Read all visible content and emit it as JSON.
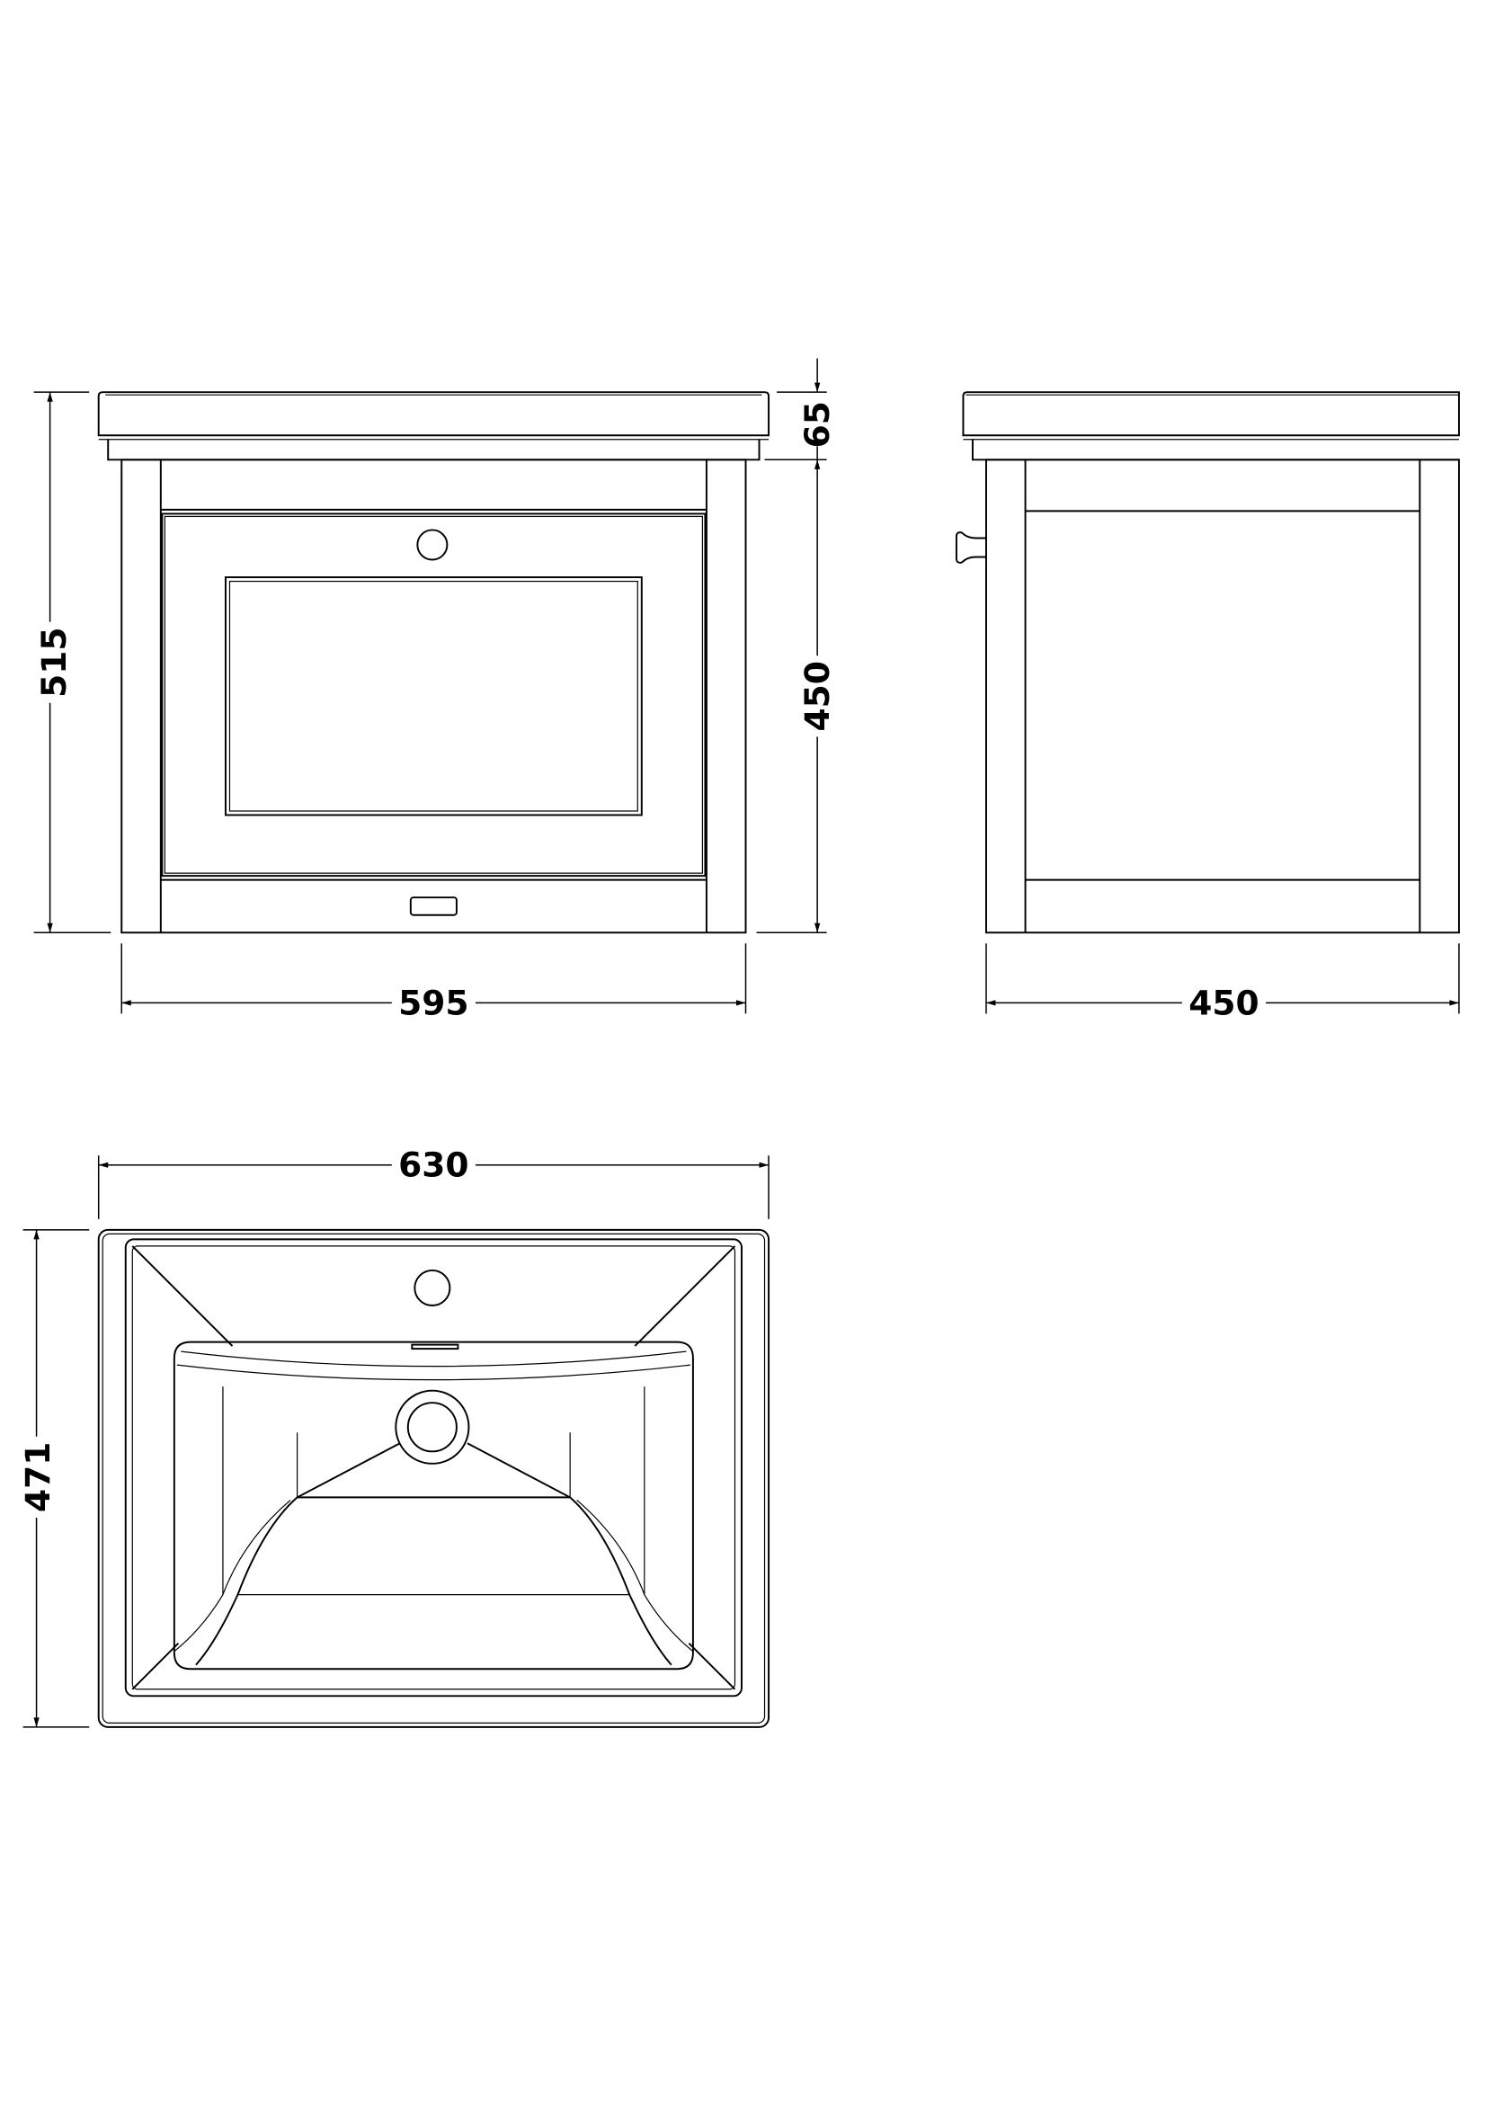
{
  "front_view": {
    "height_total": "515",
    "basin_height": "65",
    "cabinet_height": "450",
    "cabinet_width": "595"
  },
  "side_view": {
    "depth": "450"
  },
  "top_view": {
    "basin_width": "630",
    "basin_depth": "471"
  },
  "colors": {
    "line": "#000000",
    "background": "#ffffff"
  }
}
